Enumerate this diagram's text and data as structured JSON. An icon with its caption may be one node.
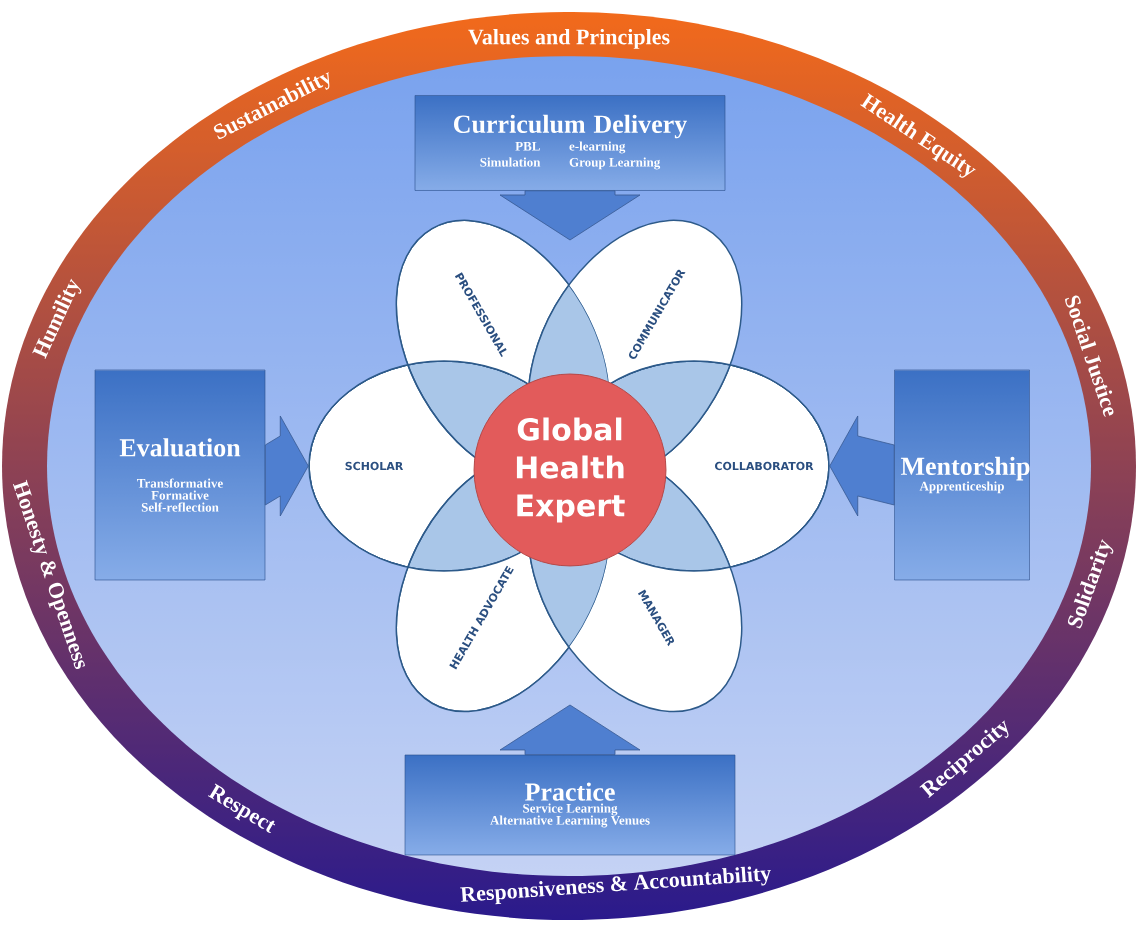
{
  "diagram": {
    "nodes": [
      {
        "text": [
          "Curriculum Delivery",
          "PBL",
          "e-learning",
          "Simulation",
          "Group Learning"
        ]
      },
      {
        "text": [
          "PROFESSIONAL"
        ]
      },
      {
        "text": [
          "COMMUNICATOR"
        ]
      },
      {
        "text": [
          "Evaluation",
          "Transformative",
          "Formative",
          "Self-reflection"
        ]
      },
      {
        "text": [
          "SCHOLAR"
        ]
      },
      {
        "text": [
          "Global Health Expert"
        ]
      },
      {
        "text": [
          "COLLABORATOR"
        ]
      },
      {
        "text": [
          "Mentorship",
          "Apprenticeship"
        ]
      },
      {
        "text": [
          "HEALTH ADVOCATE"
        ]
      },
      {
        "text": [
          "MANAGER"
        ]
      },
      {
        "text": [
          "Practice",
          "Service Learning",
          "Alternative Learning Venues"
        ]
      }
    ],
    "edges": [
      {
        "from": 0,
        "to": null,
        "arrow": "to"
      },
      {
        "from": 3,
        "to": 4,
        "arrow": "to"
      },
      {
        "from": 7,
        "to": 6,
        "arrow": "to"
      },
      {
        "from": 10,
        "to": null,
        "arrow": "to"
      }
    ],
    "labels": [
      "Values and Principles",
      "Sustainability",
      "Health Equity",
      "Humility",
      "Social Justice",
      "Honesty & Openness",
      "Solidarity",
      "Respect",
      "Reciprocity",
      "Responsiveness & Accountability"
    ]
  }
}
